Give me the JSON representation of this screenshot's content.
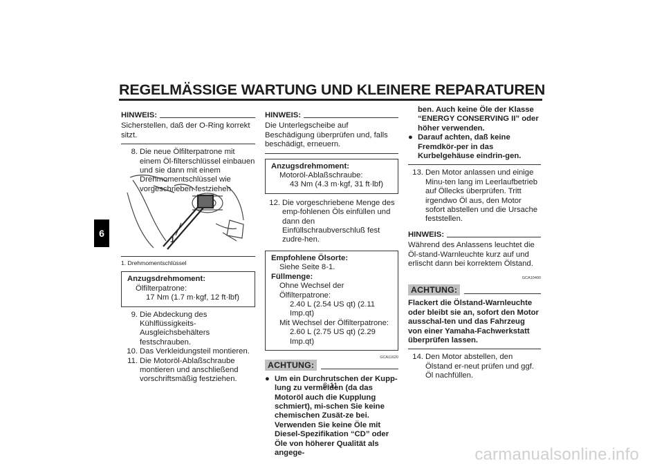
{
  "header": {
    "title": "REGELMÄSSIGE WARTUNG UND KLEINERE REPARATUREN",
    "chapter": "6"
  },
  "left": {
    "hinweis_label": "HINWEIS:",
    "hinweis_text": "Sicherstellen, daß der O-Ring korrekt sitzt.",
    "step8_num": "8.",
    "step8_text": "Die neue Ölfilterpatrone mit einem Öl-filterschlüssel einbauen und sie dann mit einem Drehmomentschlüssel wie vorgeschrieben festziehen.",
    "figure_callout": "1",
    "figure_caption": "1. Drehmomentschlüssel",
    "box_title": "Anzugsdrehmoment:",
    "box_item": "Ölfilterpatrone:",
    "box_value": "17 Nm (1.7 m·kgf, 12 ft·lbf)",
    "step9_num": "9.",
    "step9_text": "Die Abdeckung des Kühlflüssigkeits-Ausgleichsbehälters festschrauben.",
    "step10_num": "10.",
    "step10_text": "Das Verkleidungsteil montieren.",
    "step11_num": "11.",
    "step11_text": "Die Motoröl-Ablaßschraube montieren und anschließend vorschriftsmäßig festziehen."
  },
  "middle": {
    "hinweis_label": "HINWEIS:",
    "hinweis_text": "Die Unterlegscheibe auf Beschädigung überprüfen und, falls beschädigt, erneuern.",
    "box1_title": "Anzugsdrehmoment:",
    "box1_item": "Motoröl-Ablaßschraube:",
    "box1_value": "43 Nm (4.3 m·kgf, 31 ft·lbf)",
    "step12_num": "12.",
    "step12_text": "Die vorgeschriebene Menge des emp-fohlenen Öls einfüllen und dann den Einfüllschraubverschluß fest zudre-hen.",
    "box2_title": "Empfohlene Ölsorte:",
    "box2_line1": "Siehe Seite 8-1.",
    "box2_title2": "Füllmenge:",
    "box2_line2": "Ohne Wechsel der Ölfilterpatrone:",
    "box2_line3": "2.40 L (2.54 US qt) (2.11 Imp.qt)",
    "box2_line4": "Mit Wechsel der Ölfilterpatrone:",
    "box2_line5": "2.60 L (2.75 US qt) (2.29 Imp.qt)",
    "achtung_label": "ACHTUNG:",
    "achtung_code": "GCA11620",
    "bullet1": "Um ein Durchrutschen der Kupp-lung zu vermeiden (da das Motoröl auch die Kupplung schmiert), mi-schen Sie keine chemischen Zusät-ze bei. Verwenden Sie keine Öle mit Diesel-Spezifikation “CD” oder Öle von höherer Qualität als angege-"
  },
  "right": {
    "bullet1_cont": "ben. Auch keine Öle der Klasse “ENERGY CONSERVING II” oder höher verwenden.",
    "bullet2": "Darauf achten, daß keine Fremdkör-per in das Kurbelgehäuse eindrin-gen.",
    "step13_num": "13.",
    "step13_text": "Den Motor anlassen und einige Minu-ten lang im Leerlaufbetrieb auf Öllecks überprüfen. Tritt irgendwo Öl aus, den Motor sofort abstellen und die Ursache feststellen.",
    "hinweis_label": "HINWEIS:",
    "hinweis_text": "Während des Anlassens leuchtet die Öl-stand-Warnleuchte kurz auf und erlischt dann bei korrektem Ölstand.",
    "achtung_code": "GCA10400",
    "achtung_label": "ACHTUNG:",
    "achtung_text": "Flackert die Ölstand-Warnleuchte oder bleibt sie an, sofort den Motor ausschal-ten und das Fahrzeug von einer Yamaha-Fachwerkstatt überprüfen lassen.",
    "step14_num": "14.",
    "step14_text": "Den Motor abstellen, den Ölstand er-neut prüfen und ggf. Öl nachfüllen."
  },
  "footer": {
    "page": "6-11",
    "watermark": "carmanualsonline.info"
  }
}
